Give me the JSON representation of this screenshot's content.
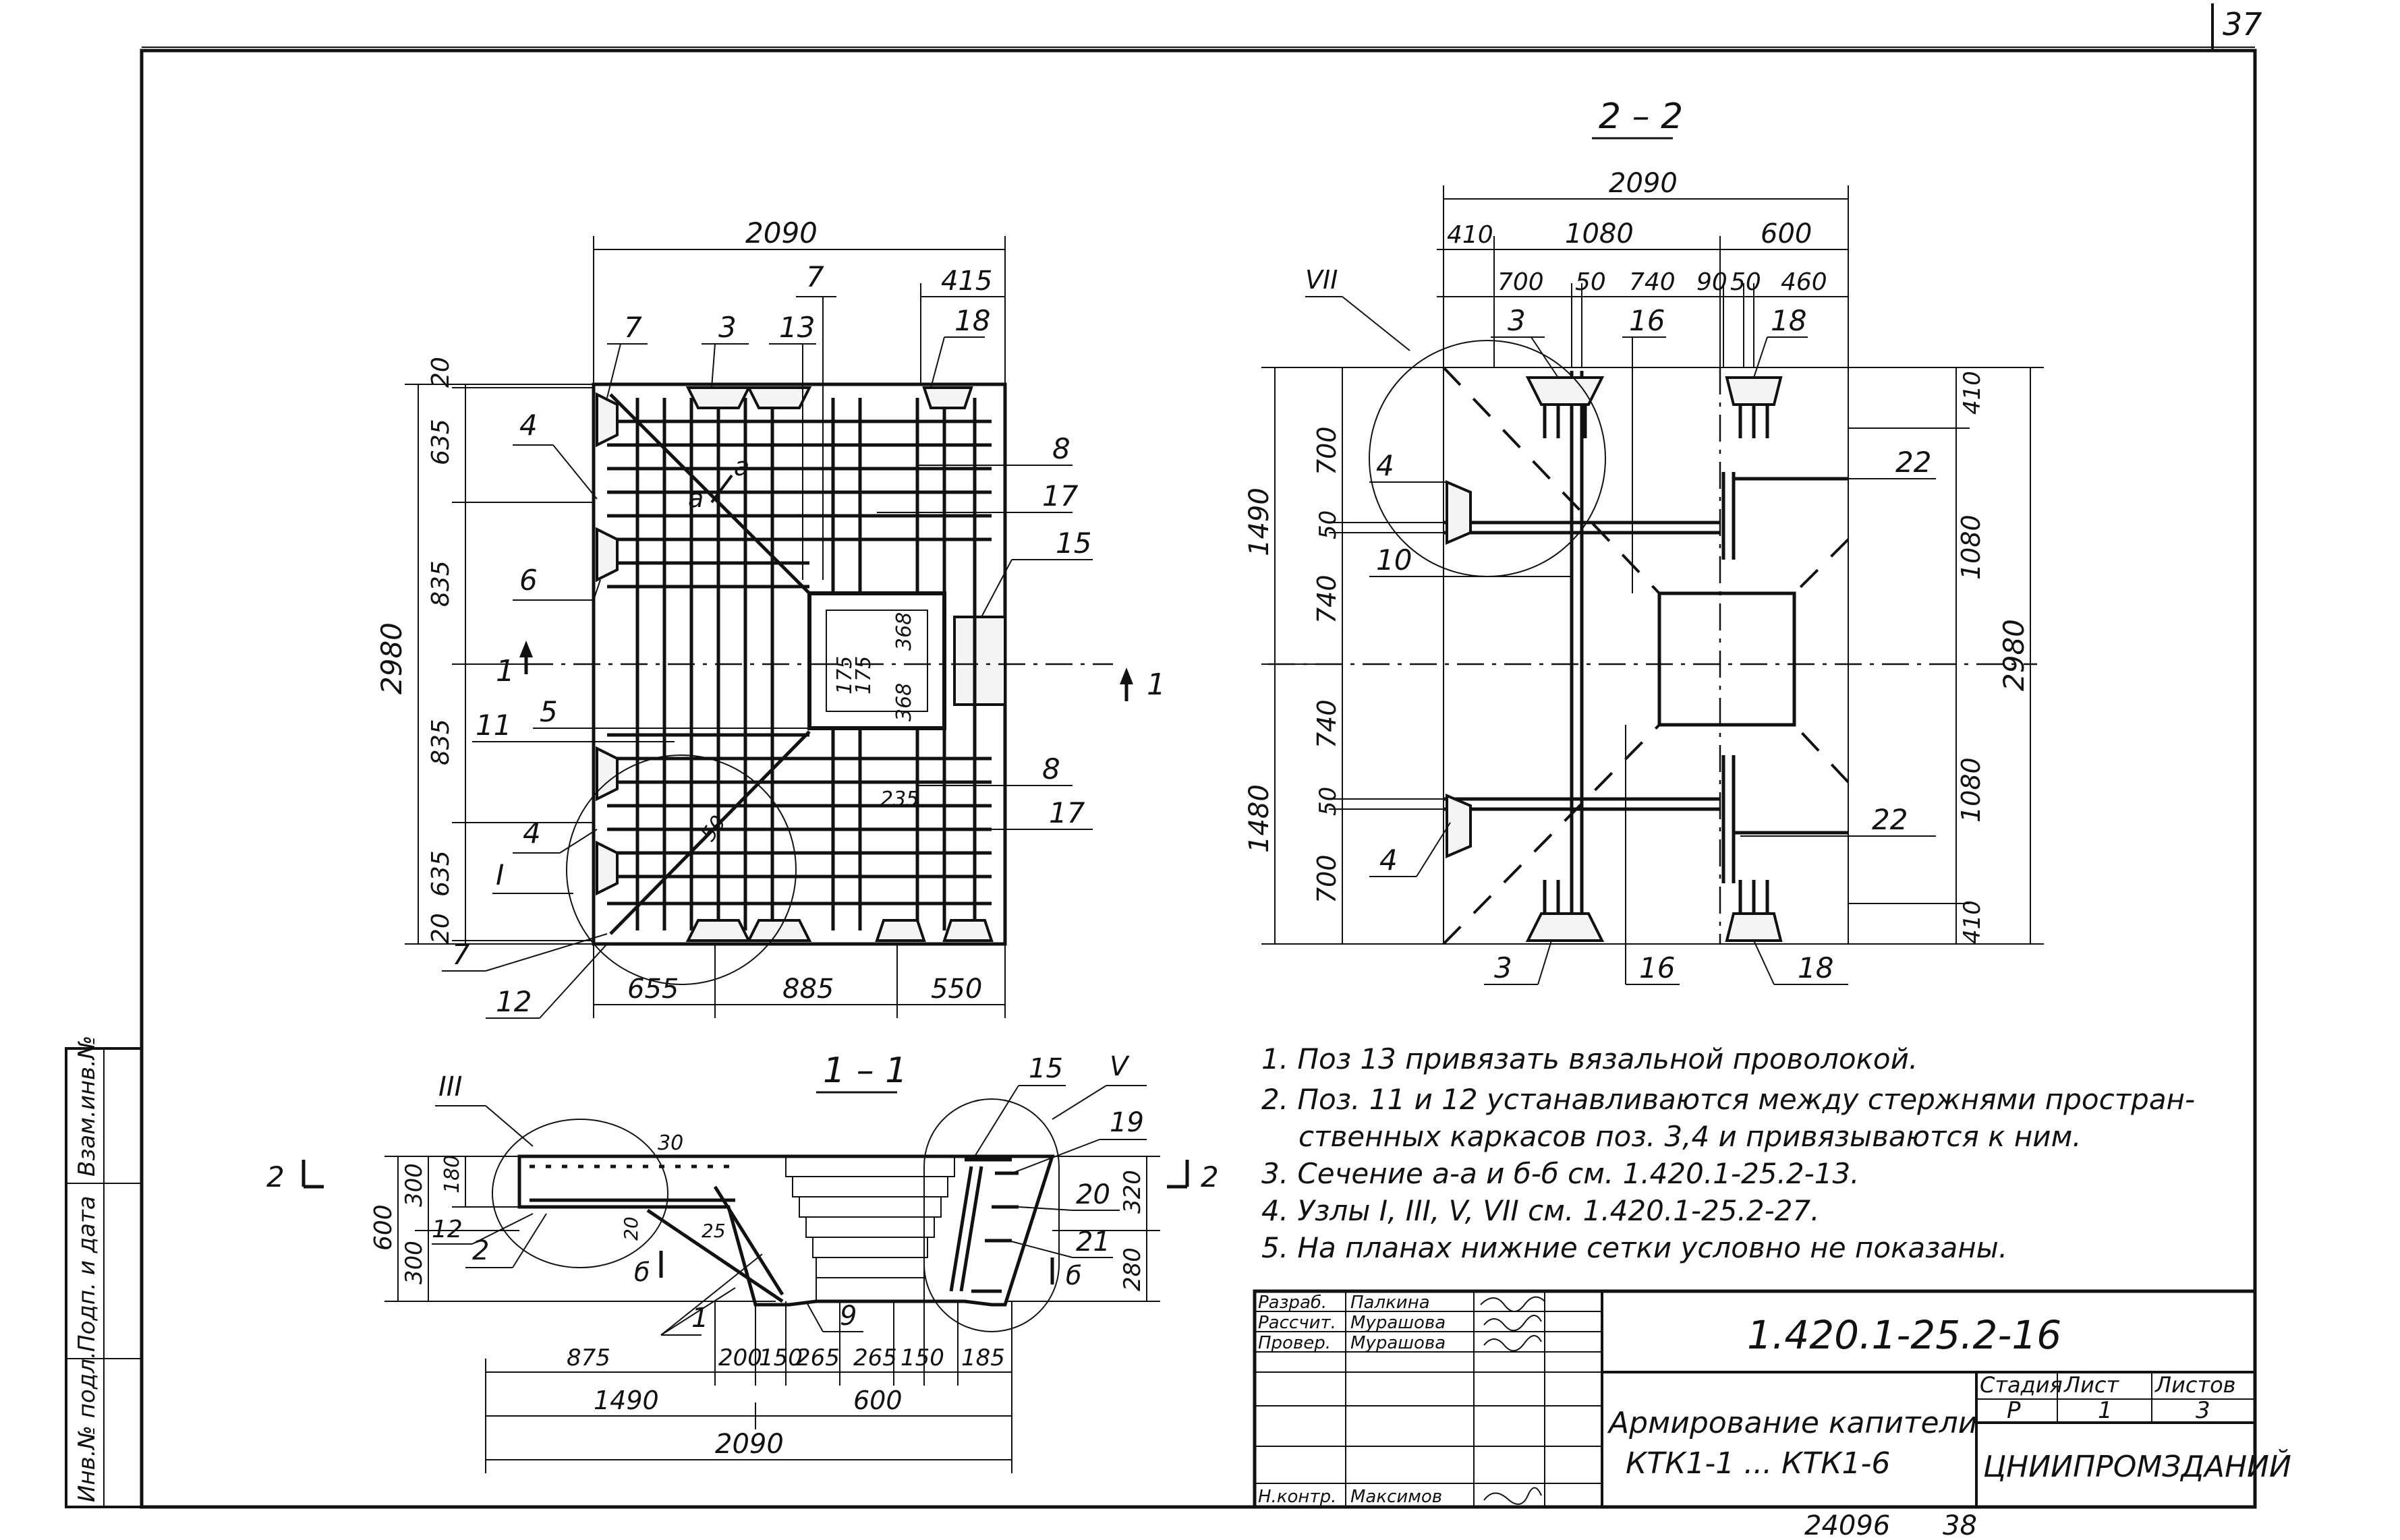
{
  "sheet": {
    "page_number": "37",
    "bottom_code": "24096",
    "bottom_page": "38"
  },
  "side_stamp": [
    "Инв.№ подл.",
    "Подп. и дата",
    "Взам.инв.№"
  ],
  "plan": {
    "dim_top_total": "2090",
    "dim_top_right": "415",
    "dim_left_total": "2980",
    "dims_left": [
      "20",
      "635",
      "835",
      "835",
      "635",
      "20"
    ],
    "dims_bottom": [
      "655",
      "885",
      "550"
    ],
    "section_mark": "1",
    "cut_mark": "а",
    "inner_dims": [
      "175",
      "175",
      "368",
      "368"
    ],
    "small_dims": [
      "235",
      "50"
    ],
    "callouts": [
      "7",
      "3",
      "13",
      "7",
      "18",
      "4",
      "8",
      "17",
      "15",
      "6",
      "11",
      "5",
      "8",
      "17",
      "4",
      "I",
      "7",
      "12"
    ]
  },
  "section_2_2": {
    "title": "2 – 2",
    "dim_top_total": "2090",
    "dims_top_row1": [
      "410",
      "1080",
      "600"
    ],
    "dims_top_row2": [
      "700",
      "50",
      "740",
      "90",
      "50",
      "460"
    ],
    "dims_left_outer": [
      "1490",
      "1480"
    ],
    "dims_left_inner": [
      "700",
      "50",
      "740",
      "740",
      "50",
      "700"
    ],
    "dims_right_inner": [
      "410",
      "1080",
      "1080",
      "410"
    ],
    "dim_right_total": "2980",
    "node_label": "VII",
    "callouts": [
      "3",
      "16",
      "18",
      "22",
      "4",
      "10",
      "22",
      "4",
      "3",
      "16",
      "18"
    ]
  },
  "section_1_1": {
    "title": "1 – 1",
    "section_mark": "2",
    "cut_mark": "б",
    "dims_left": [
      "300",
      "300",
      "600",
      "180"
    ],
    "dims_right": [
      "320",
      "280"
    ],
    "small_dims": [
      "30",
      "20",
      "25"
    ],
    "dims_bottom_row1": [
      "875",
      "200",
      "150",
      "265",
      "265",
      "150",
      "185"
    ],
    "dims_bottom_row2": [
      "1490",
      "600"
    ],
    "dim_bottom_total": "2090",
    "node_labels": [
      "III",
      "V"
    ],
    "callouts": [
      "15",
      "19",
      "20",
      "21",
      "2",
      "12",
      "1",
      "9"
    ]
  },
  "notes": [
    "1. Поз 13 привязать вязальной проволокой.",
    "2. Поз. 11 и 12  устанавливаются между стержнями простран-",
    "ственных каркасов  поз. 3,4 и привязываются к ним.",
    "3. Сечение  а-а   и  б-б   см. 1.420.1-25.2-13.",
    "4. Узлы I, III, V, VII   см. 1.420.1-25.2-27.",
    "5. На планах нижние сетки условно не показаны."
  ],
  "title_block": {
    "roles": [
      "Разраб.",
      "Рассчит.",
      "Провер.",
      "",
      "",
      "",
      "Н.контр."
    ],
    "names": [
      "Палкина",
      "Мурашова",
      "Мурашова",
      "",
      "",
      "",
      "Максимов"
    ],
    "doc_code": "1.420.1-25.2-16",
    "sheet_title_line1": "Армирование капители",
    "sheet_title_line2": "КТК1-1 ... КТК1-6",
    "stage_label": "Стадия",
    "sheet_label": "Лист",
    "sheets_label": "Листов",
    "stage_value": "Р",
    "sheet_value": "1",
    "sheets_value": "3",
    "organization": "ЦНИИПРОМЗДАНИЙ"
  }
}
